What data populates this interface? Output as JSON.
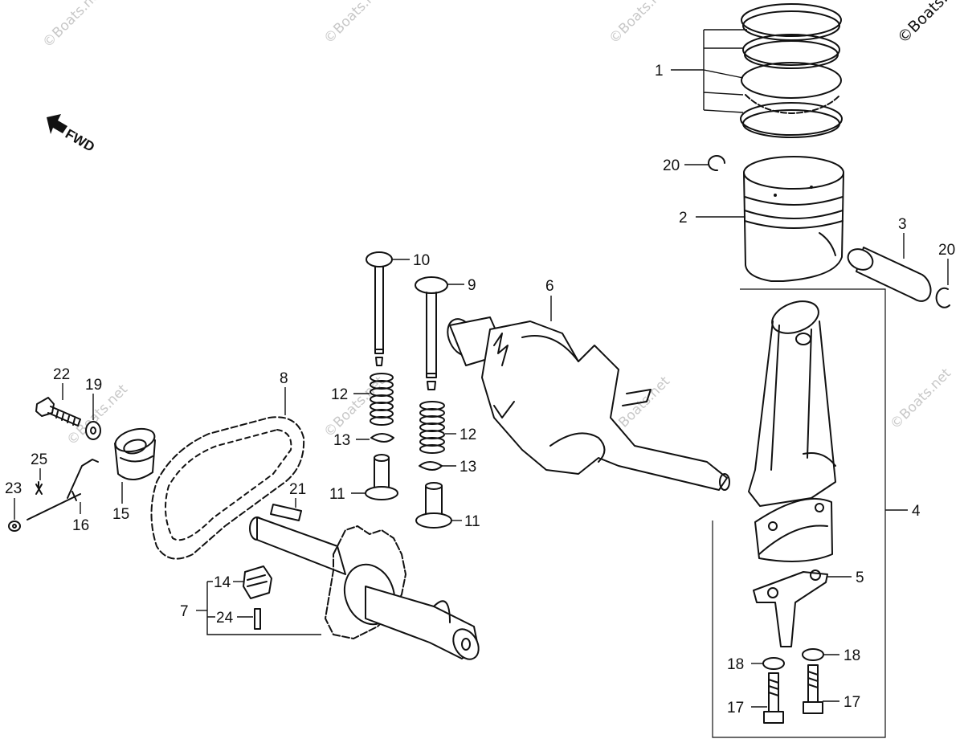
{
  "watermark": "©Boats.net",
  "fwd_label": "FWD",
  "labels": {
    "p1": "1",
    "p2": "2",
    "p3": "3",
    "p4": "4",
    "p5": "5",
    "p6": "6",
    "p7": "7",
    "p8": "8",
    "p9": "9",
    "p10": "10",
    "p11a": "11",
    "p11b": "11",
    "p12a": "12",
    "p12b": "12",
    "p13a": "13",
    "p13b": "13",
    "p14": "14",
    "p15": "15",
    "p16": "16",
    "p17a": "17",
    "p17b": "17",
    "p18a": "18",
    "p18b": "18",
    "p19": "19",
    "p20a": "20",
    "p20b": "20",
    "p21": "21",
    "p22": "22",
    "p23": "23",
    "p24": "24",
    "p25": "25"
  },
  "colors": {
    "ink": "#111111",
    "paper": "#ffffff",
    "watermark": "#c8c8c8"
  }
}
